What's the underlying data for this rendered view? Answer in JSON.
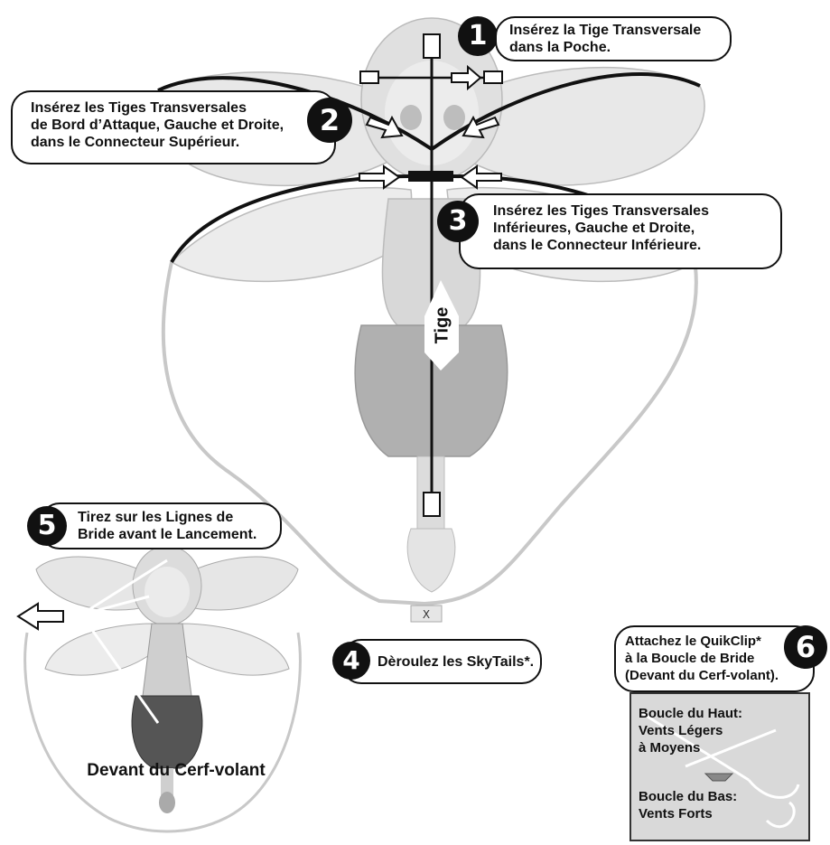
{
  "steps": [
    {
      "number": "1",
      "text_lines": [
        "Insérez la Tige Transversale",
        "dans la Poche."
      ]
    },
    {
      "number": "2",
      "text_lines": [
        "Insérez les Tiges Transversales",
        "de Bord d’Attaque, Gauche et Droite,",
        "dans le Connecteur Supérieur."
      ]
    },
    {
      "number": "3",
      "text_lines": [
        "Insérez les Tiges Transversales",
        "Inférieures, Gauche et Droite,",
        "dans le Connecteur Inférieure."
      ]
    },
    {
      "number": "4",
      "text_lines": [
        "Dèroulez les SkyTails*."
      ]
    },
    {
      "number": "5",
      "text_lines": [
        "Tirez sur les Lignes de",
        "Bride avant le Lancement."
      ]
    },
    {
      "number": "6",
      "text_lines": [
        "Attachez le QuikClip*",
        "à la Boucle de Bride",
        "(Devant du Cerf-volant)."
      ]
    }
  ],
  "spine_label": "Tige",
  "front_caption": "Devant du Cerf-volant",
  "bridle_box": {
    "top_loop_lines": [
      "Boucle du Haut:",
      "Vents Légers",
      "à Moyens"
    ],
    "bottom_loop_lines": [
      "Boucle du Bas:",
      "Vents Forts"
    ]
  },
  "colors": {
    "ink": "#111111",
    "wing": "#e6e6e6",
    "body": "#cfcfcf",
    "dress_dark": "#555555"
  }
}
